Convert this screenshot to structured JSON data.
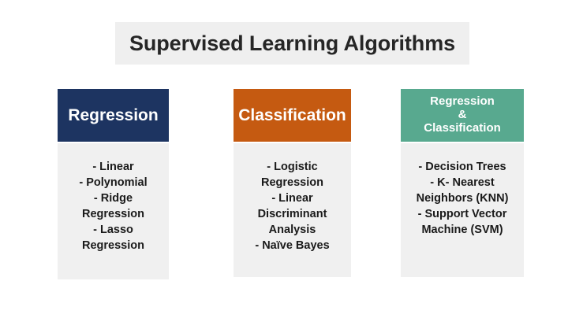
{
  "slide": {
    "title": "Supervised Learning Algorithms",
    "background": "#ffffff",
    "title_bg": "#efefef",
    "title_color": "#262626"
  },
  "columns": [
    {
      "id": "regression",
      "header": "Regression",
      "header_bg": "#1d3461",
      "header_color": "#ffffff",
      "body_bg": "#f0f0f0",
      "items": [
        "-  Linear",
        "-  Polynomial",
        "-  Ridge Regression",
        "-  Lasso Regression"
      ]
    },
    {
      "id": "classification",
      "header": "Classification",
      "header_bg": "#c55a11",
      "header_color": "#ffffff",
      "body_bg": "#f0f0f0",
      "items": [
        "-  Logistic Regression",
        "-  Linear Discriminant Analysis",
        "-  Naïve Bayes"
      ]
    },
    {
      "id": "both",
      "header_lines": [
        "Regression",
        "&",
        "Classification"
      ],
      "header_bg": "#58a98f",
      "header_color": "#ffffff",
      "body_bg": "#f0f0f0",
      "items": [
        "-  Decision Trees",
        "-  K- Nearest Neighbors (KNN)",
        "-  Support Vector Machine (SVM)"
      ]
    }
  ]
}
